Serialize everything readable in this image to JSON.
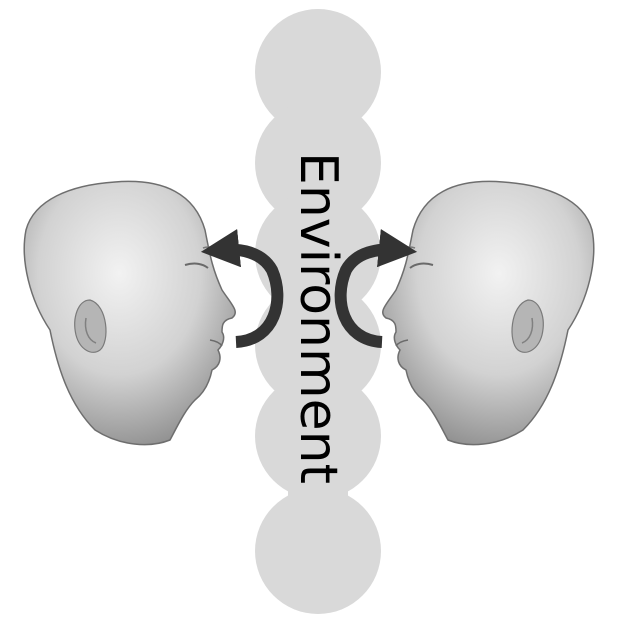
{
  "diagram": {
    "label": "Environment",
    "colors": {
      "background": "#ffffff",
      "environment_circles": "#d9d9d9",
      "arrow": "#333333",
      "head_light": "#e8e8e8",
      "head_mid": "#bdbdbd",
      "head_dark": "#7a7a7a"
    },
    "nodes": [
      {
        "name": "left-head",
        "icon": "head-profile-facing-right"
      },
      {
        "name": "right-head",
        "icon": "head-profile-facing-left"
      }
    ],
    "arrows": [
      {
        "from": "environment",
        "to": "left-head",
        "icon": "curved-arrow-icon"
      },
      {
        "from": "environment",
        "to": "right-head",
        "icon": "curved-arrow-icon"
      }
    ]
  }
}
